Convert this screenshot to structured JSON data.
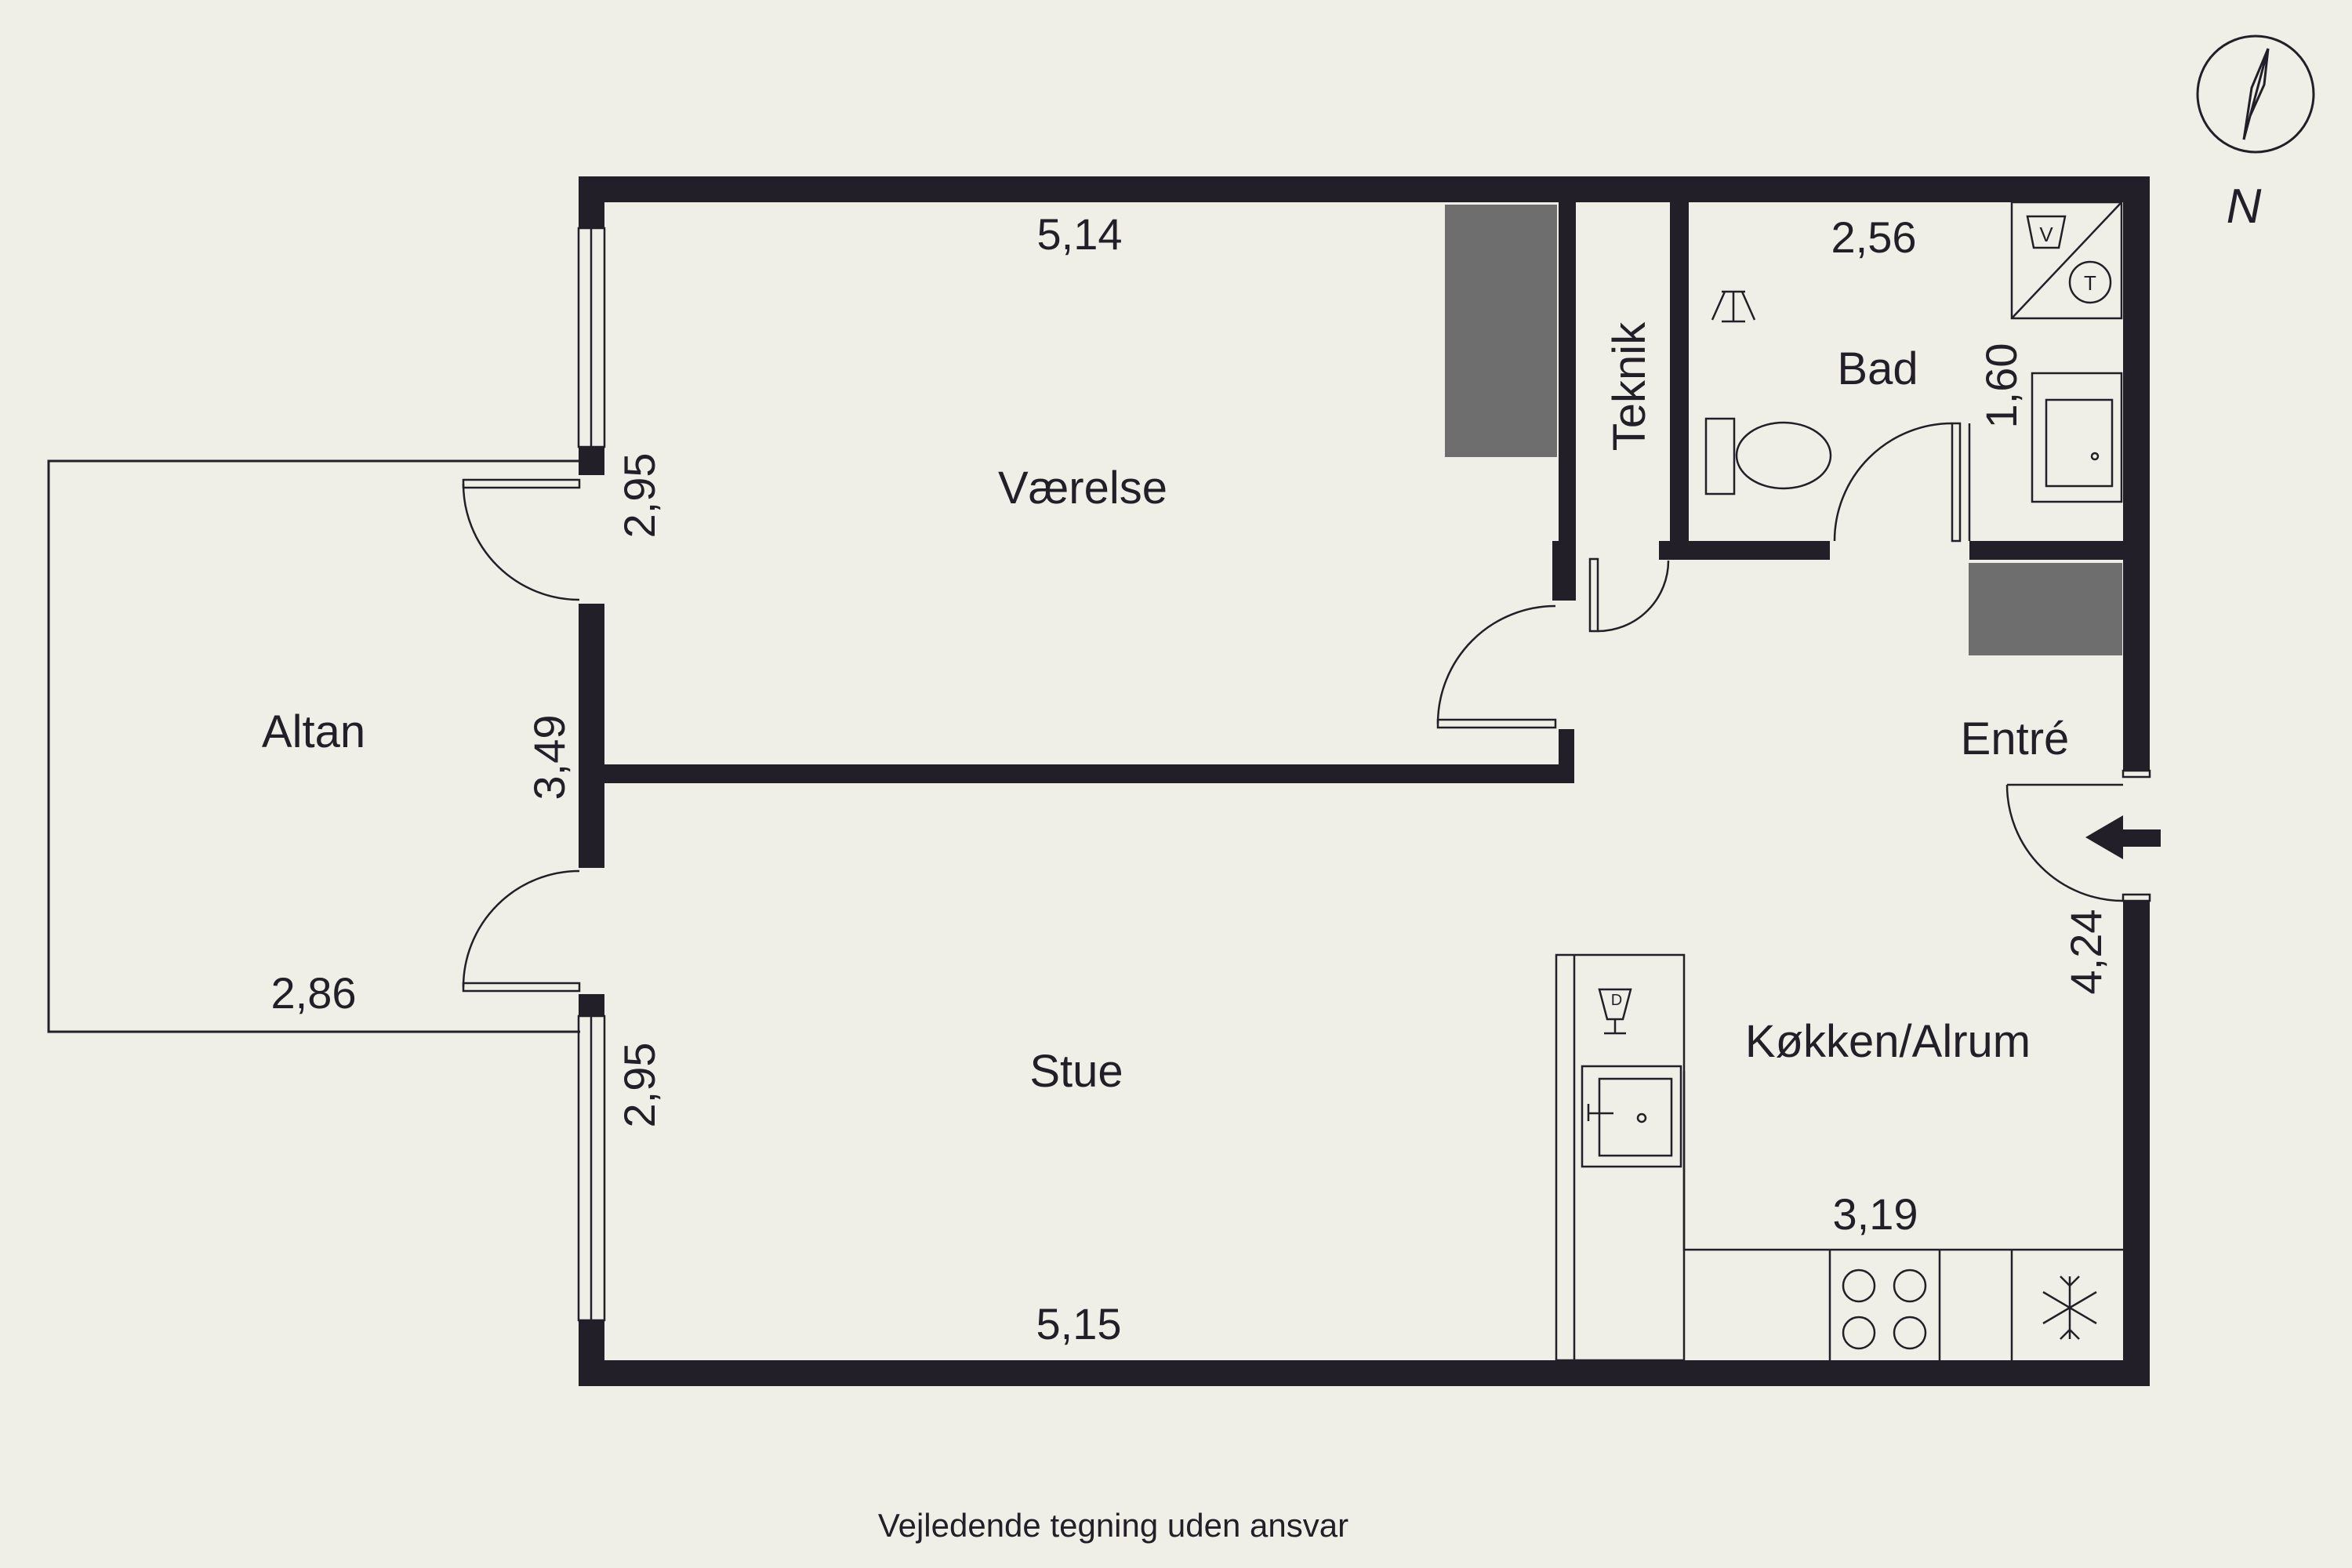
{
  "rooms": {
    "vaerelse": "Værelse",
    "teknik": "Teknik",
    "bad": "Bad",
    "altan": "Altan",
    "entre": "Entré",
    "stue": "Stue",
    "koekken": "Køkken/Alrum"
  },
  "dimensions": {
    "vaerelse_width": "5,14",
    "vaerelse_window": "2,95",
    "bad_width": "2,56",
    "bad_depth": "1,60",
    "altan_depth": "3,49",
    "altan_width": "2,86",
    "stue_window": "2,95",
    "entre_wall": "4,24",
    "koekken_width": "3,19",
    "stue_width": "5,15"
  },
  "fixtures": {
    "washer_label": "V",
    "dryer_label": "T"
  },
  "compass": {
    "north_label": "N"
  },
  "disclaimer": "Vejledende tegning uden ansvar",
  "colors": {
    "background": "#f0efe7",
    "walls": "#231f28",
    "cabinet": "#6e6e6e"
  }
}
